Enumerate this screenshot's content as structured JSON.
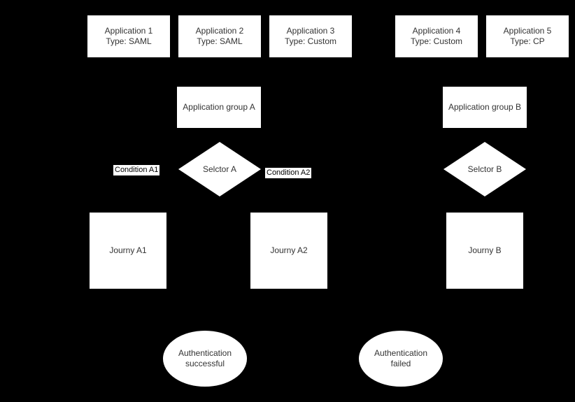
{
  "diagram": {
    "background_color": "#000000",
    "shape_fill_color": "#ffffff",
    "shape_text_color": "#333333",
    "applications": [
      {
        "name": "Application 1",
        "type_label": "Type: SAML"
      },
      {
        "name": "Application 2",
        "type_label": "Type: SAML"
      },
      {
        "name": "Application 3",
        "type_label": "Type: Custom"
      },
      {
        "name": "Application 4",
        "type_label": "Type: Custom"
      },
      {
        "name": "Application 5",
        "type_label": "Type: CP"
      }
    ],
    "groups": [
      {
        "label": "Application group A"
      },
      {
        "label": "Application group B"
      }
    ],
    "selectors": [
      {
        "label": "Selctor A"
      },
      {
        "label": "Selctor B"
      }
    ],
    "conditions": [
      {
        "label": "Condition A1"
      },
      {
        "label": "Condition A2"
      }
    ],
    "journeys": [
      {
        "label": "Journy A1"
      },
      {
        "label": "Journy A2"
      },
      {
        "label": "Journy B"
      }
    ],
    "outcomes": [
      {
        "line1": "Authentication",
        "line2": "successful"
      },
      {
        "line1": "Authentication",
        "line2": "failed"
      }
    ]
  }
}
